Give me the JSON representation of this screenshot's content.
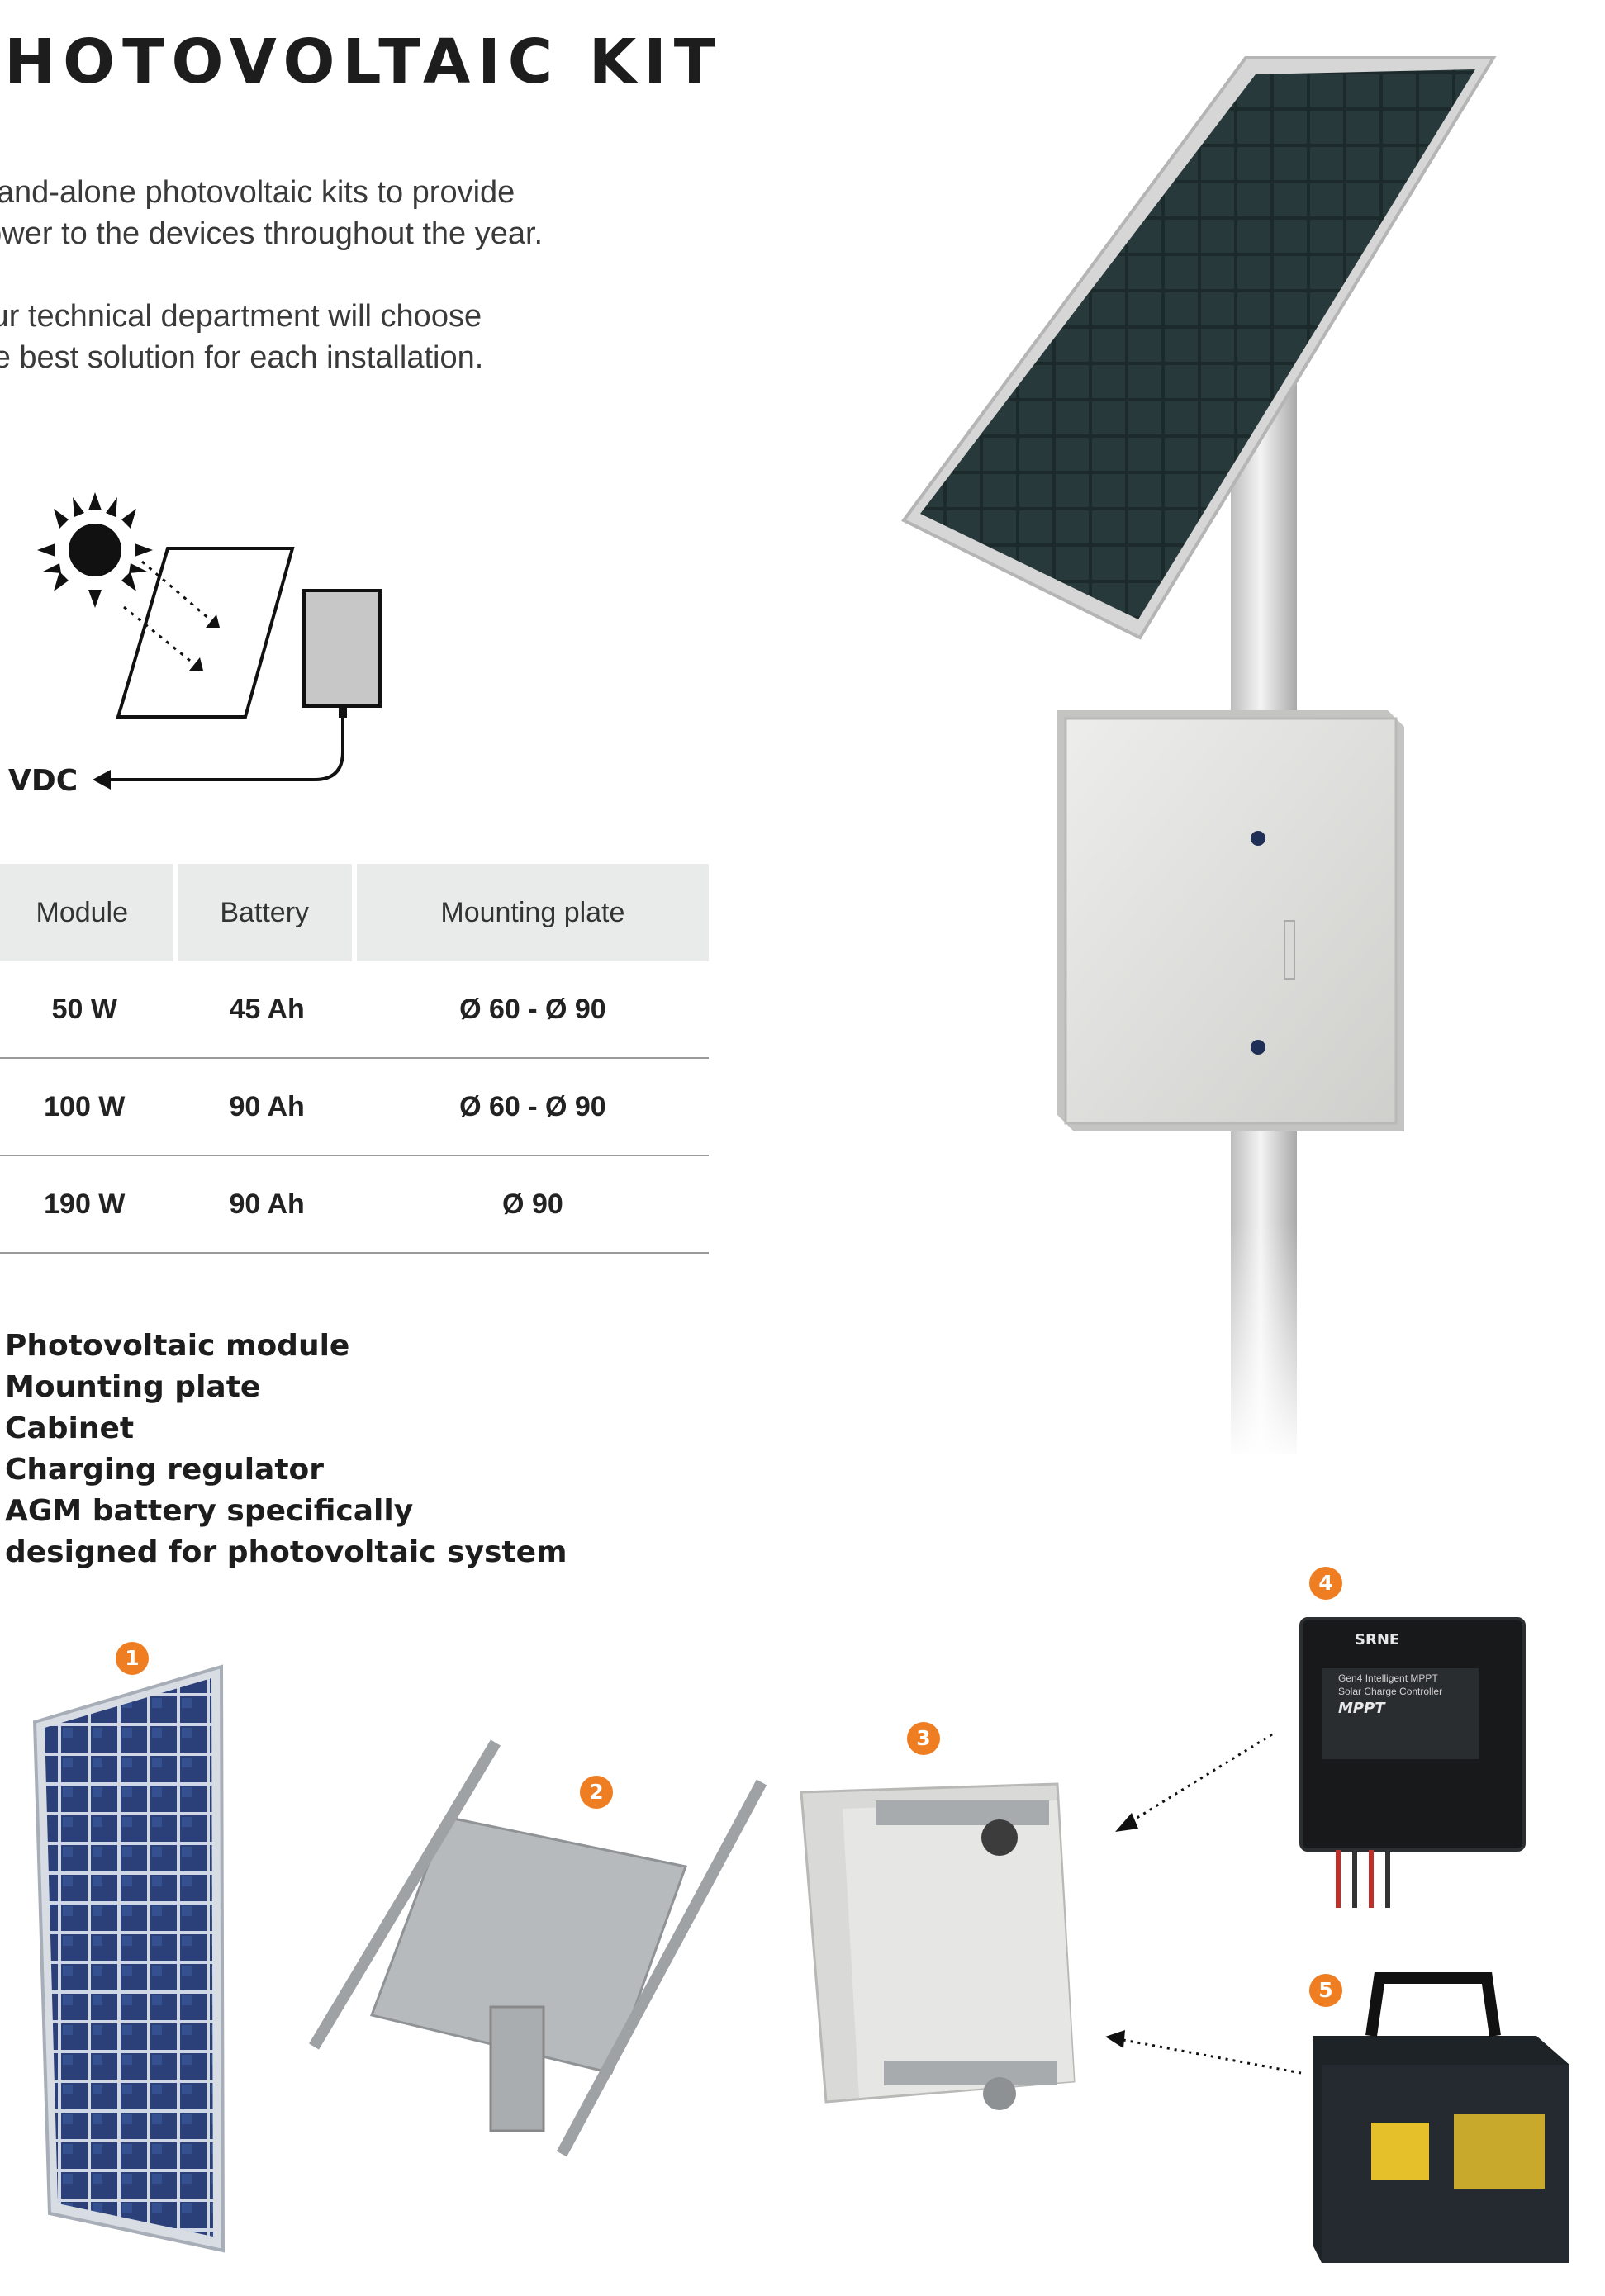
{
  "title": "PHOTOVOLTAIC KIT",
  "intro": [
    "Stand-alone photovoltaic kits to provide",
    "power to the devices throughout the year."
  ],
  "note": [
    "Our technical department will choose",
    "the best solution for each installation."
  ],
  "diagram": {
    "output_label": "VDC"
  },
  "table": {
    "headers": [
      "Module",
      "Battery",
      "Mounting plate"
    ],
    "rows": [
      [
        "50 W",
        "45 Ah",
        "Ø 60 - Ø 90"
      ],
      [
        "100 W",
        "90 Ah",
        "Ø 60 - Ø 90"
      ],
      [
        "190 W",
        "90 Ah",
        "Ø 90"
      ]
    ]
  },
  "components": [
    "Photovoltaic module",
    "Mounting plate",
    "Cabinet",
    "Charging regulator",
    "AGM battery specifically",
    "designed for photovoltaic system"
  ],
  "badges": [
    "1",
    "2",
    "3",
    "4",
    "5"
  ],
  "regulator": {
    "brand": "SRNE",
    "line1": "Gen4 Intelligent MPPT",
    "line2": "Solar Charge Controller",
    "mppt": "MPPT"
  },
  "colors": {
    "accent": "#ef7d22",
    "table_header": "#e9ebea",
    "text": "#1d1d1d"
  }
}
